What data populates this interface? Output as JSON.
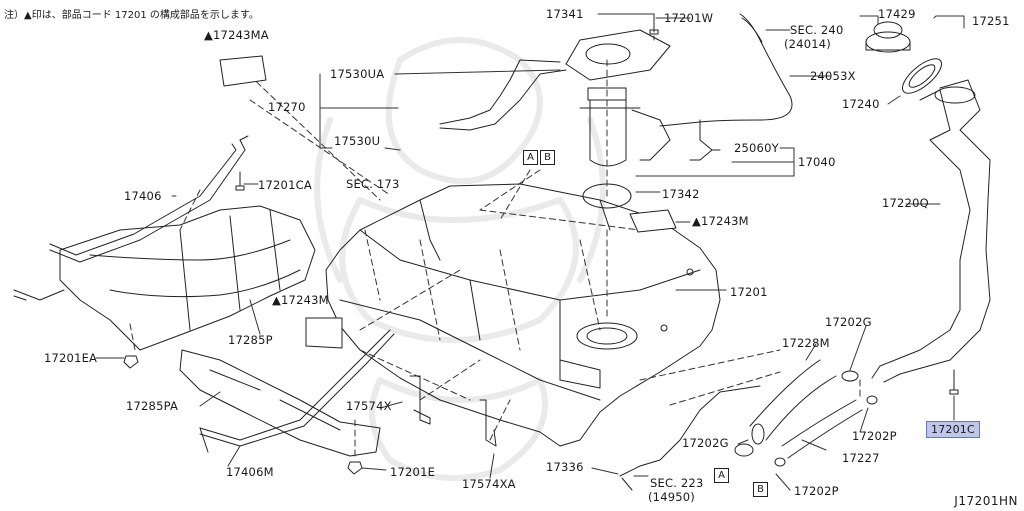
{
  "note": "注）▲印は、部品コード 17201 の構成部品を示します。",
  "diagram_id": "J17201HN",
  "callout_marks": [
    "A",
    "B"
  ],
  "labels": {
    "p17341": "17341",
    "p17201W": "17201W",
    "sec240": "SEC. 240",
    "sec240_ref": "(24014)",
    "p17429": "17429",
    "p17251": "17251",
    "p17243MA": "▲17243MA",
    "p17530UA": "17530UA",
    "p24053X": "24053X",
    "p17240": "17240",
    "p17270": "17270",
    "p17530U": "17530U",
    "p25060Y": "25060Y",
    "p17040": "17040",
    "sec173": "SEC. 173",
    "p17342": "17342",
    "p17406": "17406",
    "p17201CA": "17201CA",
    "p17220Q": "17220Q",
    "p17243M_right": "▲17243M",
    "p17201": "17201",
    "p17243M_left": "▲17243M",
    "p17285P": "17285P",
    "p17202G_top": "17202G",
    "p17228M": "17228M",
    "p17201EA": "17201EA",
    "p17285PA": "17285PA",
    "p17574X": "17574X",
    "p17202G_bot": "17202G",
    "p17202P_right": "17202P",
    "p17201C": "17201C",
    "p17227": "17227",
    "p17406M": "17406M",
    "p17201E": "17201E",
    "p17336": "17336",
    "sec223": "SEC. 223",
    "sec223_ref": "(14950)",
    "p17574XA": "17574XA",
    "p17202P_bottom": "17202P"
  }
}
